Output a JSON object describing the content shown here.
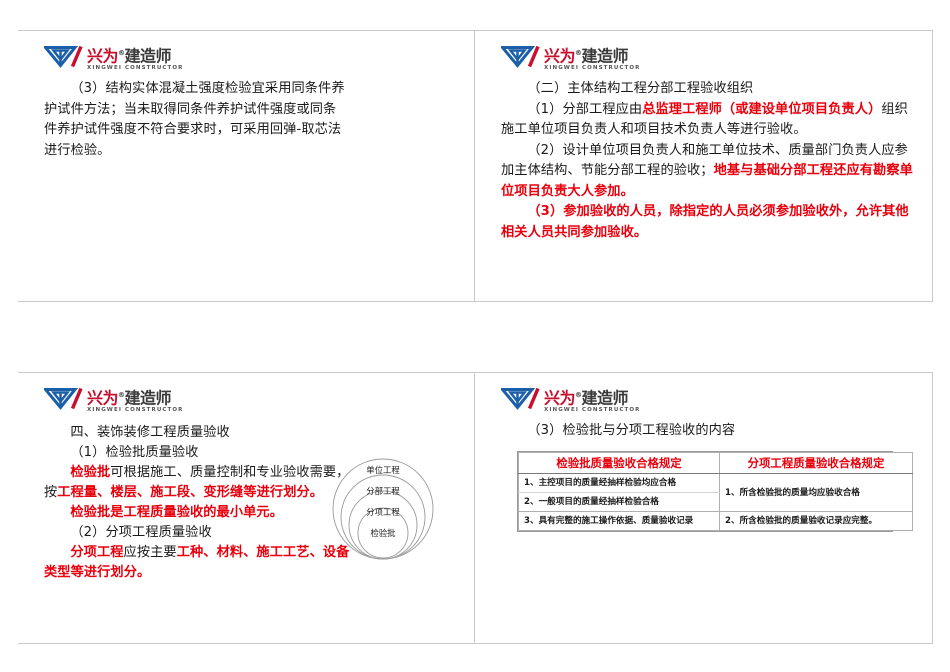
{
  "logo": {
    "cn_first": "兴为",
    "cn_second": "建造师",
    "registered_mark": "®",
    "en": "XINGWEI CONSTRUCTOR",
    "mark_icon": "xingwei-w-logomark",
    "blue": "#1b5fa8",
    "red": "#c8102e",
    "dark": "#3a3a3a"
  },
  "colors": {
    "emphasis_red": "#e8000d",
    "body_black": "#1a1a1a",
    "slide_border": "#c9c9c9",
    "table_border": "#b0b0b0"
  },
  "slides": {
    "top_left": {
      "name": "slide-structural-entity-concrete",
      "lines": [
        {
          "text": "（3）结构实体混凝土强度检验宜采用同条件养",
          "indent": true,
          "color": "black"
        },
        {
          "text": "护试件方法；当未取得同条件养护试件强度或同条",
          "indent": false,
          "color": "black"
        },
        {
          "text": "件养护试件强度不符合要求时，可采用回弹-取芯法",
          "indent": false,
          "color": "black"
        },
        {
          "text": "进行检验。",
          "indent": false,
          "color": "black"
        }
      ]
    },
    "top_right": {
      "name": "slide-main-structure-acceptance-organization",
      "heading": "（二）主体结构工程分部工程验收组织",
      "paragraphs": [
        {
          "id": "p1",
          "runs": [
            {
              "t": "（1）分部工程应由",
              "red": false
            },
            {
              "t": "总监理工程师（或建设单位项目负责人）",
              "red": true
            },
            {
              "t": "组织施工单位项目负责人和项目技术负责人等进行验收。",
              "red": false
            }
          ]
        },
        {
          "id": "p2",
          "runs": [
            {
              "t": "（2）设计单位项目负责人和施工单位技术、质量部门负责人应参加主体结构、节能分部工程的验收；",
              "red": false
            },
            {
              "t": "地基与基础分部工程还应有勘察单位项目负责大人参加。",
              "red": true
            }
          ]
        },
        {
          "id": "p3",
          "runs": [
            {
              "t": "（3）参加验收的人员，除指定的人员必须参加验收外，允许其他相关人员共同参加验收。",
              "red": true
            }
          ]
        }
      ]
    },
    "bottom_left": {
      "name": "slide-decoration-quality-acceptance",
      "paragraphs": [
        {
          "id": "b1",
          "runs": [
            {
              "t": "四、装饰装修工程质量验收",
              "red": false
            }
          ]
        },
        {
          "id": "b2",
          "runs": [
            {
              "t": "（1）检验批质量验收",
              "red": false
            }
          ]
        },
        {
          "id": "b3",
          "runs": [
            {
              "t": "检验批",
              "red": true
            },
            {
              "t": "可根据施工、质量控制和专业验收需要，按",
              "red": false
            },
            {
              "t": "工程量、楼层、施工段、变形缝",
              "red": true
            },
            {
              "t": "等进行划分。",
              "red": true
            }
          ]
        },
        {
          "id": "b4",
          "runs": [
            {
              "t": "检验批是工程质量验收的最小单元。",
              "red": true
            }
          ]
        },
        {
          "id": "b5",
          "runs": [
            {
              "t": "（2）分项工程质量验收",
              "red": false
            }
          ]
        },
        {
          "id": "b6",
          "runs": [
            {
              "t": "分项工程",
              "red": true
            },
            {
              "t": "应按主要",
              "red": false
            },
            {
              "t": "工种、材料、施工工艺、设备类型等进行划分。",
              "red": true
            }
          ]
        }
      ],
      "diagram": {
        "name": "nested-circles-diagram",
        "labels": [
          "单位工程",
          "分部工程",
          "分项工程",
          "检验批"
        ]
      }
    },
    "bottom_right": {
      "name": "slide-inspection-lot-subitem-content",
      "heading": "（3）检验批与分项工程验收的内容",
      "table": {
        "headers": [
          "检验批质量验收合格规定",
          "分项工程质量验收合格规定"
        ],
        "left_rows": [
          "1、主控项目的质量经抽样检验均应合格",
          "2、一般项目的质量经抽样检验合格",
          "3、具有完整的施工操作依据、质量验收记录"
        ],
        "right_rows": [
          "1、所含检验批的质量均应验收合格",
          "2、所含检验批的质量验收记录应完整。"
        ]
      }
    }
  }
}
